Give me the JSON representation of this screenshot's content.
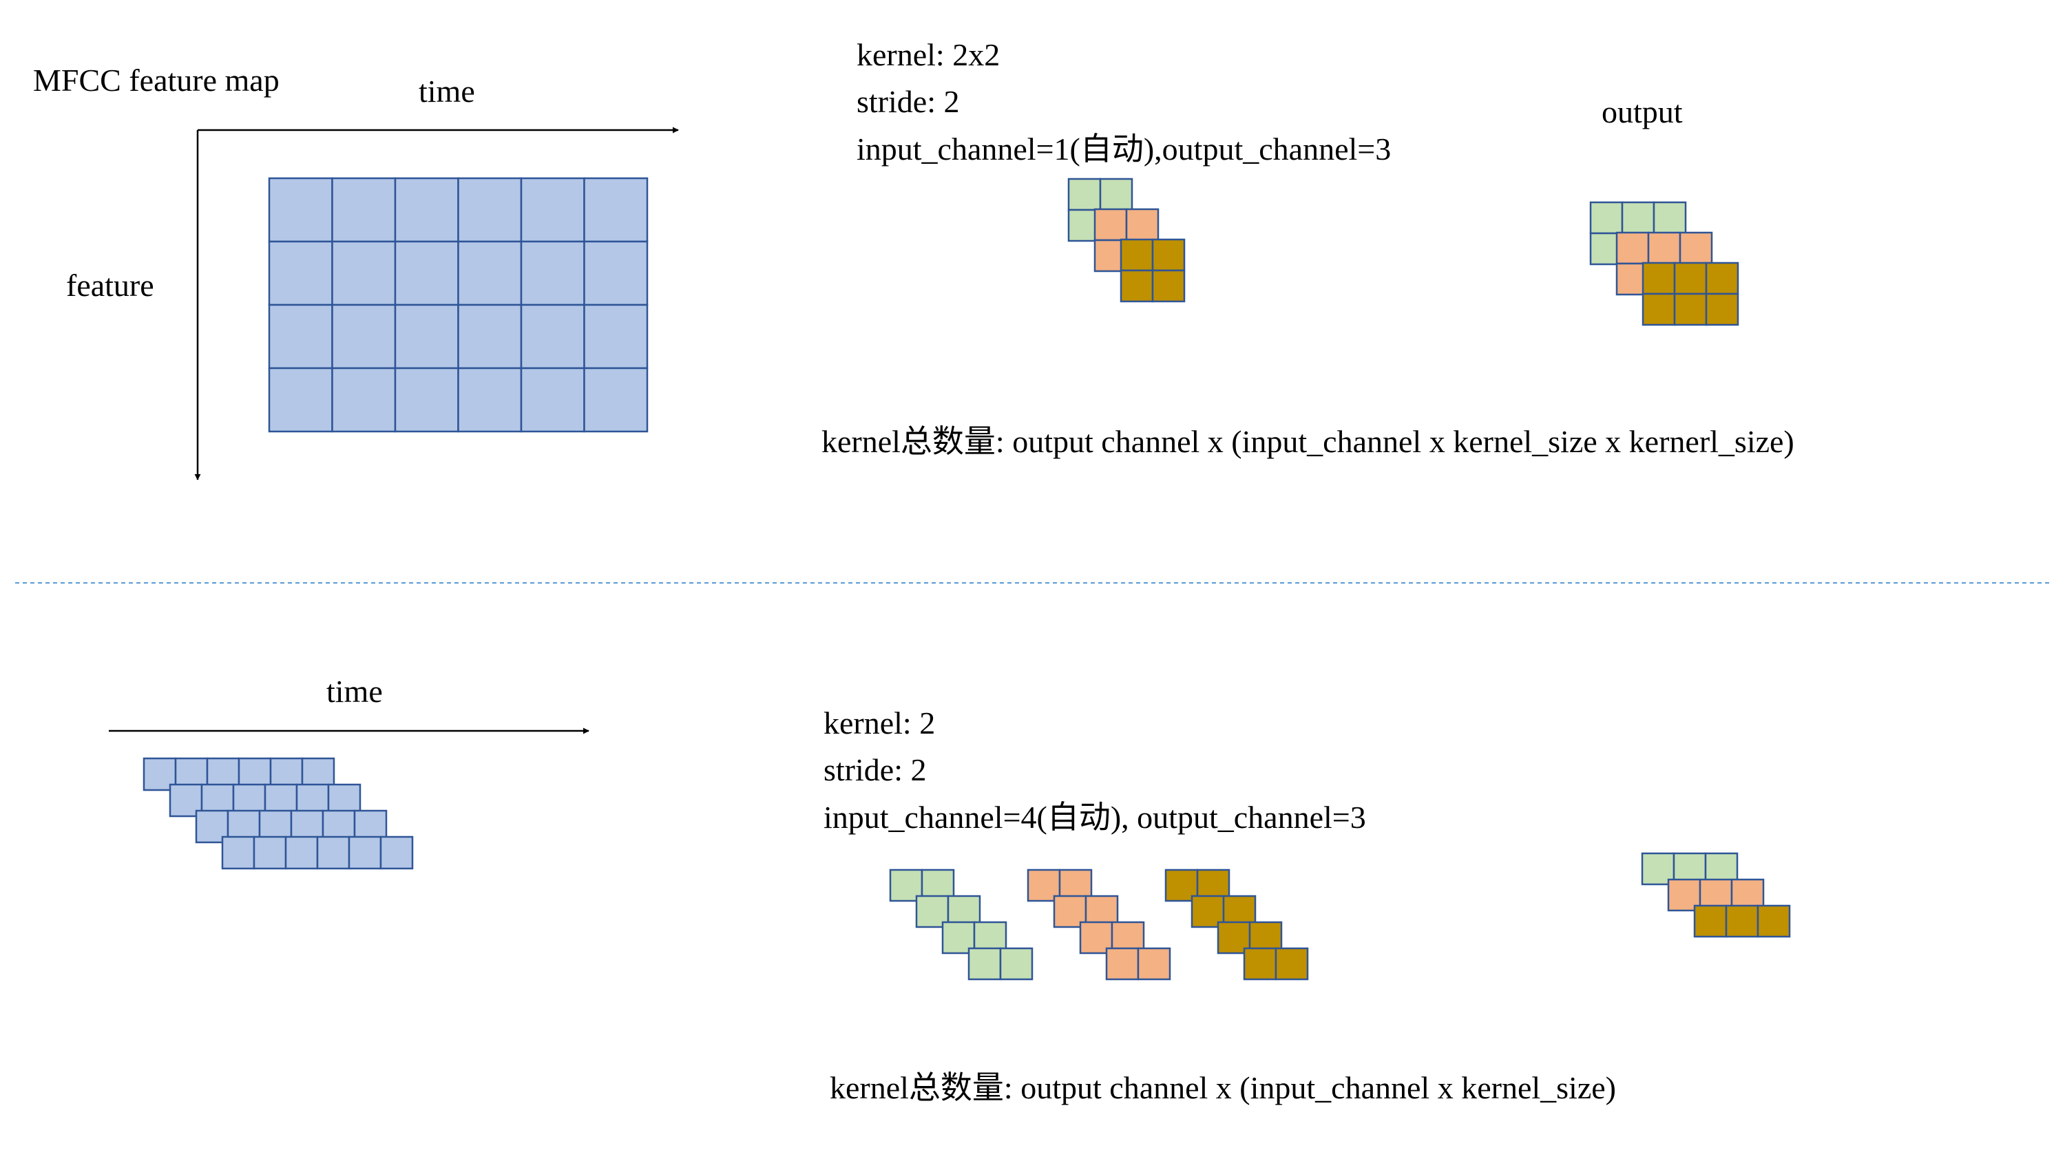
{
  "colors": {
    "feature_cell": "#B4C7E7",
    "cell_border": "#2F5597",
    "kernel_green": "#C5E0B4",
    "kernel_salmon": "#F4B183",
    "kernel_gold": "#BF9000",
    "divider": "#5B9BD5",
    "arrow": "#000000"
  },
  "icons": {
    "time_arrow": "arrow-right-icon",
    "feature_arrow": "arrow-down-icon"
  },
  "conv2d": {
    "title": "MFCC feature map",
    "x_axis_label": "time",
    "y_axis_label": "feature",
    "kernel_line": "kernel: 2x2",
    "stride_line": "stride: 2",
    "channels_line": "input_channel=1(自动),output_channel=3",
    "output_label": "output",
    "formula": "kernel总数量: output channel x (input_channel x kernel_size x kernerl_size)",
    "input_grid": {
      "rows": 4,
      "cols": 6
    },
    "kernel": {
      "count": 3,
      "rows": 2,
      "cols": 2
    },
    "output": {
      "count": 3,
      "rows": 2,
      "cols": 3
    }
  },
  "conv1d": {
    "x_axis_label": "time",
    "kernel_line": "kernel: 2",
    "stride_line": "stride: 2",
    "channels_line": "input_channel=4(自动), output_channel=3",
    "formula": "kernel总数量: output channel x (input_channel x kernel_size)",
    "input": {
      "channels": 4,
      "cols": 6
    },
    "kernels": {
      "groups": 3,
      "depth": 4,
      "cols": 2
    },
    "output": {
      "channels": 3,
      "cols": 3
    }
  }
}
